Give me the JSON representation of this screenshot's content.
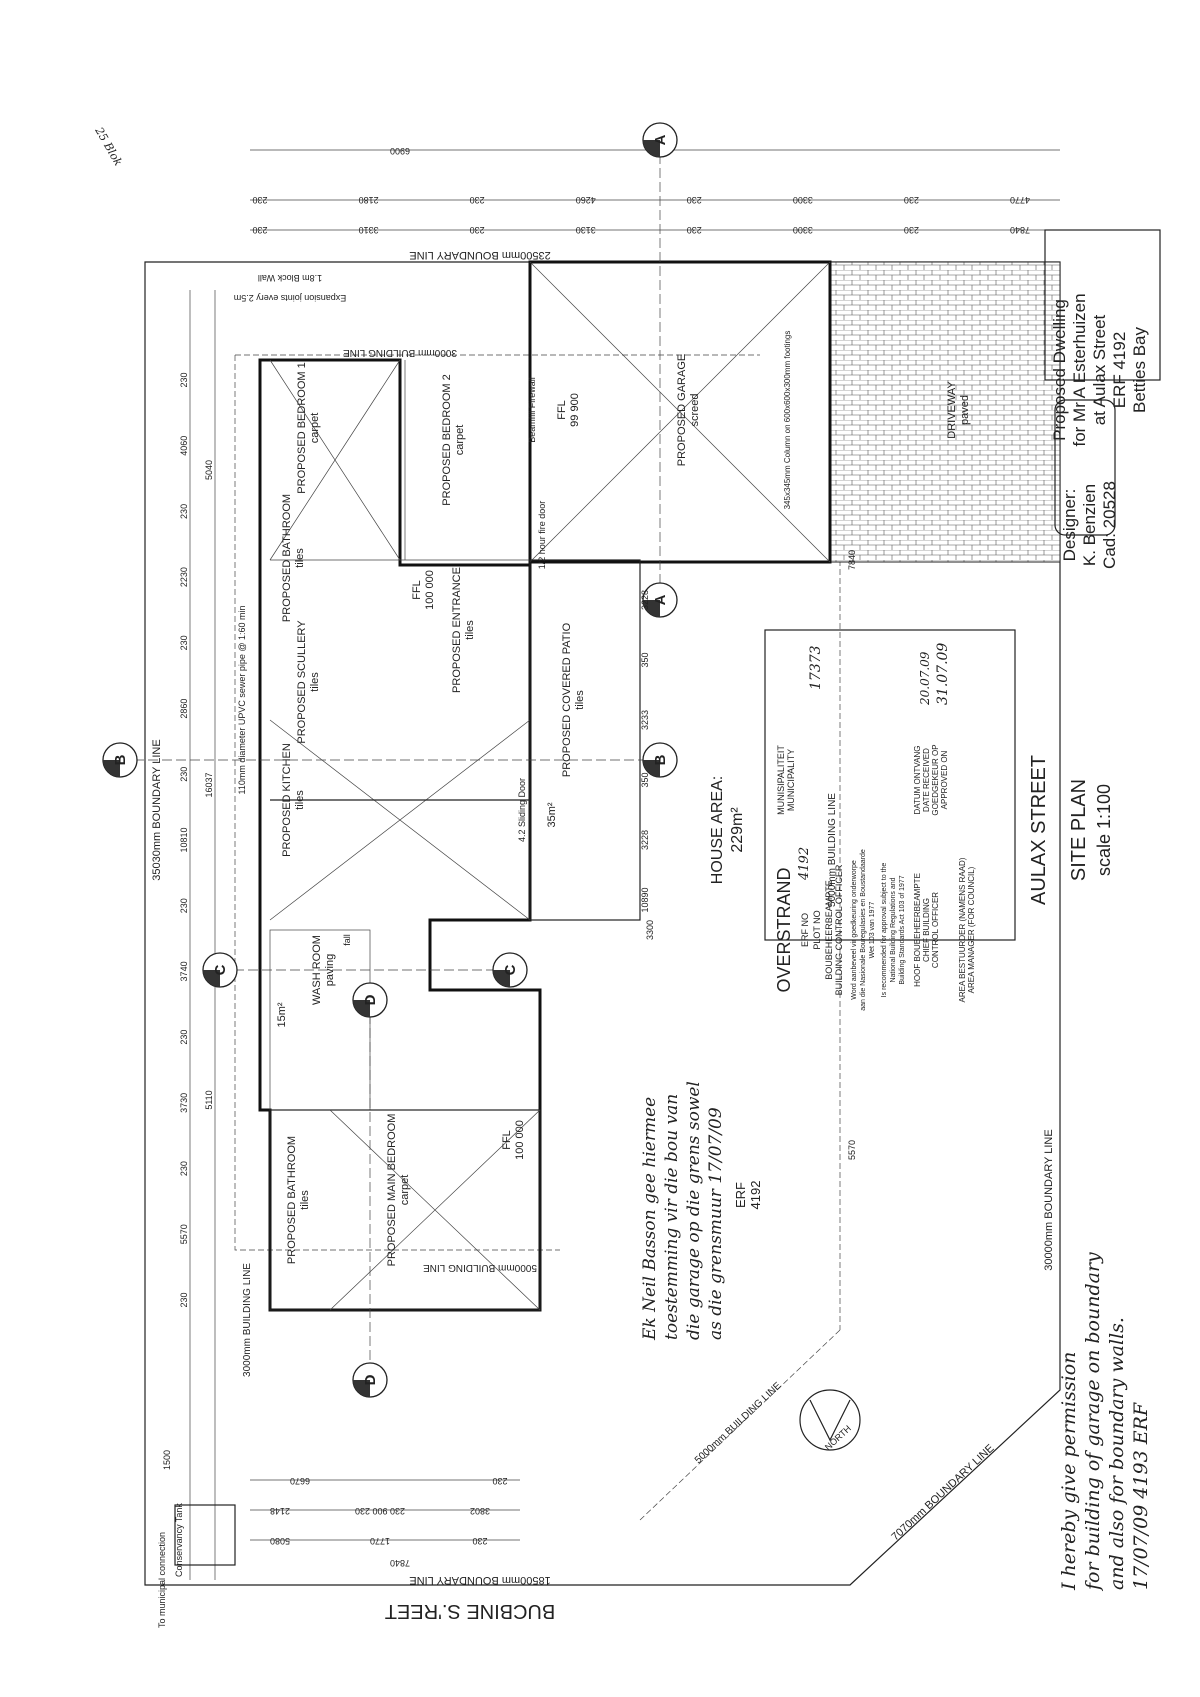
{
  "title_block": {
    "lines": [
      "Proposed Dwelling",
      "for Mr A Esterhuizen",
      "at Aulax Street",
      "ERF 4192",
      "Betties Bay"
    ]
  },
  "designer": {
    "lines": [
      "Designer:",
      "K. Benzien",
      "Cad: 20528"
    ]
  },
  "site_plan": {
    "street": "AULAX STREET",
    "title": "SITE PLAN",
    "scale": "scale 1:100",
    "bottom_street": "BUCBINE S.'REET"
  },
  "boundaries": {
    "top": "23500mm BOUNDARY LINE",
    "left": "35030mm BOUNDARY LINE",
    "right": "30000mm BOUNDARY LINE",
    "bottom": "18500mm BOUNDARY LINE",
    "diagonal": "7070mm BOUNDARY LINE"
  },
  "building_lines": {
    "top": "3000mm BUILDING LINE",
    "left": "3000mm BUILDING LINE",
    "bottom": "5000mm BUILDING LINE",
    "diagonal": "5000mm BUILDING LINE",
    "right": "5000mm BUILDING LINE"
  },
  "rooms": [
    {
      "name": "PROPOSED BEDROOM 1",
      "finish": "carpet"
    },
    {
      "name": "PROPOSED BEDROOM 2",
      "finish": "carpet"
    },
    {
      "name": "PROPOSED BATHROOM",
      "finish": "tiles"
    },
    {
      "name": "PROPOSED SCULLERY",
      "finish": "tiles"
    },
    {
      "name": "PROPOSED KITCHEN",
      "finish": "tiles"
    },
    {
      "name": "PROPOSED ENTRANCE",
      "finish": "tiles"
    },
    {
      "name": "PROPOSED GARAGE",
      "finish": "screed"
    },
    {
      "name": "PROPOSED COVERED PATIO",
      "finish": "tiles"
    },
    {
      "name": "WASH ROOM",
      "finish": "paving"
    },
    {
      "name": "PROPOSED BATHROOM",
      "finish": "tiles"
    },
    {
      "name": "PROPOSED MAIN BEDROOM",
      "finish": "carpet"
    },
    {
      "name": "DRIVEWAY",
      "finish": "paved"
    }
  ],
  "ffl": [
    {
      "label": "FFL",
      "value": "100 000"
    },
    {
      "label": "FFL",
      "value": "99 900"
    },
    {
      "label": "FFL",
      "value": "100 000"
    }
  ],
  "notes": {
    "firewall": "Beamfill Firewall",
    "fire_door": "1/2 hour fire door",
    "patio_area": "35m²",
    "washroom_area": "15m²",
    "house_area_label": "HOUSE AREA:",
    "house_area": "229m²",
    "erf": "ERF",
    "erf_no": "4192",
    "expansion_joints": "Expansion joints every 2.5m",
    "block_wall": "1.8m Block Wall",
    "sewer": "110mm diameter UPVC sewer pipe @ 1:60 min",
    "conservancy": "Conservancy Tank",
    "municipal": "To municipal connection",
    "sliding_door": "4.2 Sliding Door",
    "fall": "fall",
    "column": "345x345mm Column on 600x600x300mm footings"
  },
  "sections": [
    "A",
    "A",
    "B",
    "B",
    "C",
    "C",
    "D",
    "D"
  ],
  "north": "NORTH",
  "dimensions": {
    "top_overall": "6900",
    "top_row1": [
      "230",
      "2180",
      "230",
      "4260",
      "230",
      "3300",
      "230",
      "4770"
    ],
    "top_row2": [
      "230",
      "3310",
      "230",
      "3130",
      "230",
      "3300",
      "230",
      "7840"
    ],
    "left_col1": [
      "230",
      "4060",
      "230",
      "2230",
      "230",
      "2860",
      "230",
      "10810",
      "230",
      "3740",
      "230",
      "3730",
      "230",
      "5570",
      "230"
    ],
    "left_col2": [
      "5040",
      "16037",
      "5110"
    ],
    "patio": [
      "3228",
      "350",
      "3233",
      "350",
      "3228",
      "10890"
    ],
    "bottom_row1": [
      "6670",
      "230"
    ],
    "bottom_row2": [
      "2148",
      "230 900 230",
      "3802"
    ],
    "bottom_row3": [
      "5080",
      "1770",
      "230"
    ],
    "bottom_overall": "7840",
    "bottom_left": "1500",
    "site_right": [
      "7840",
      "5570"
    ],
    "patio_bottom": "3300"
  },
  "stamp": {
    "name": "OVERSTRAND",
    "municipality": [
      "MUNISIPALITEIT",
      "MUNICIPALITY"
    ],
    "erf_no": "ERF NO",
    "erf_value": "4192",
    "plot_no": "PLOT NO",
    "officer": [
      "BOUBEHEERBEAMPTE",
      "BUILDING CONTROL OFFICER"
    ],
    "ref": "17373",
    "recommend": [
      "Word aanbeveel vir goedkeuring onderworpe",
      "aan die Nasionale Bouregulasies en Boustandaarde",
      "Wet 103 van 1977"
    ],
    "recommend_en": [
      "Is recommended for approval subject to the",
      "National Building Regulations and",
      "Building Standards Act 103 of 1977"
    ],
    "received": [
      "DATUM ONTVANG",
      "DATE RECEIVED",
      "GOEDGEKEUR OP",
      "APPROVED ON"
    ],
    "received_values": [
      "20.07.09",
      "31.07.09"
    ],
    "chief": [
      "HOOF BOUBEHEERBEAMPTE",
      "CHIEF BUILDING",
      "CONTROL OFFICER"
    ],
    "area": [
      "AREA BESTUURDER (NAMENS RAAD)",
      "AREA MANAGER (FOR COUNCIL)"
    ]
  },
  "handwritten": {
    "consent1": [
      "Ek Neil Basson gee hiermee",
      "toestemming vir die bou van",
      "die garage op die grens sowel",
      "as die grensmuur 17/07/09"
    ],
    "consent2": [
      "I hereby give permission",
      "for building of garage on boundary",
      "and also for boundary walls.",
      "17/07/09   4193 ERF"
    ],
    "margin": "25  Blok"
  }
}
